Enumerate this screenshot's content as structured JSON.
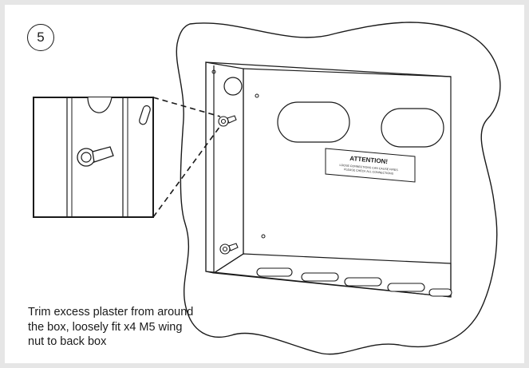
{
  "step": {
    "number": "5"
  },
  "caption": {
    "lines": [
      "Trim excess plaster from around",
      "the box, loosely fit x4 M5 wing",
      "nut to back box"
    ]
  },
  "label": {
    "title": "ATTENTION!",
    "line1": "LOOSE CONNECTIONS CAN CAUSE FIRES",
    "line2": "PLEASE CHECK ALL CONNECTIONS"
  },
  "colors": {
    "frame": "#e6e6e6",
    "line": "#1a1a1a",
    "background": "#ffffff"
  }
}
